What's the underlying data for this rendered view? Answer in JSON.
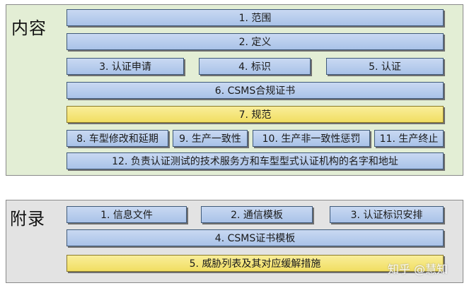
{
  "content": {
    "title": "内容",
    "items": {
      "scope": "1. 范围",
      "definition": "2. 定义",
      "application": "3. 认证申请",
      "marking": "4. 标识",
      "certification": "5. 认证",
      "csms_certificate": "6. CSMS合规证书",
      "specification": "7. 规范",
      "modification": "8. 车型修改和延期",
      "conformity": "9. 生产一致性",
      "nonconformity": "10. 生产非一致性惩罚",
      "termination": "11. 生产终止",
      "names_addresses": "12. 负责认证测试的技术服务方和车型型式认证机构的名字和地址"
    }
  },
  "appendix": {
    "title": "附录",
    "items": {
      "info_doc": "1. 信息文件",
      "comm_template": "2. 通信模板",
      "marking_arrangement": "3. 认证标识安排",
      "csms_template": "4. CSMS证书模板",
      "threats": "5. 威胁列表及其对应缓解措施"
    }
  },
  "watermark": "知乎 @慧知"
}
